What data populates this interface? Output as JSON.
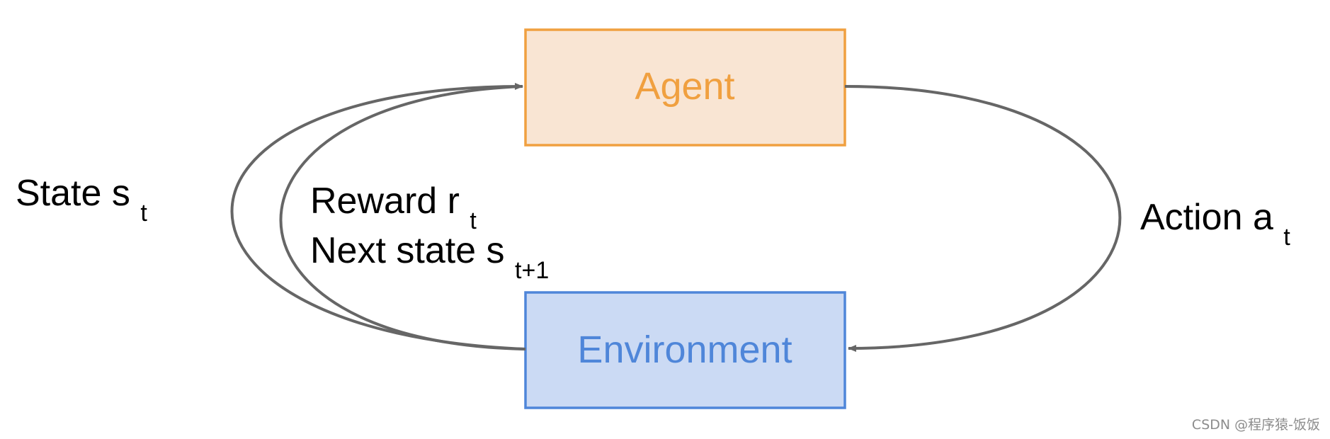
{
  "nodes": {
    "agent": {
      "label": "Agent",
      "fill": "#f9e5d3",
      "stroke": "#f0a040",
      "text_color": "#f0a040"
    },
    "environment": {
      "label": "Environment",
      "fill": "#cbdaf4",
      "stroke": "#4f86d9",
      "text_color": "#4f86d9"
    }
  },
  "edges": {
    "state": {
      "label": "State s",
      "sub": "t"
    },
    "reward": {
      "label": "Reward r",
      "sub": "t"
    },
    "next_state": {
      "label": "Next state s",
      "sub": "t+1"
    },
    "action": {
      "label": "Action a",
      "sub": "t"
    }
  },
  "arrow_color": "#666666",
  "watermark": "CSDN @程序猿-饭饭"
}
